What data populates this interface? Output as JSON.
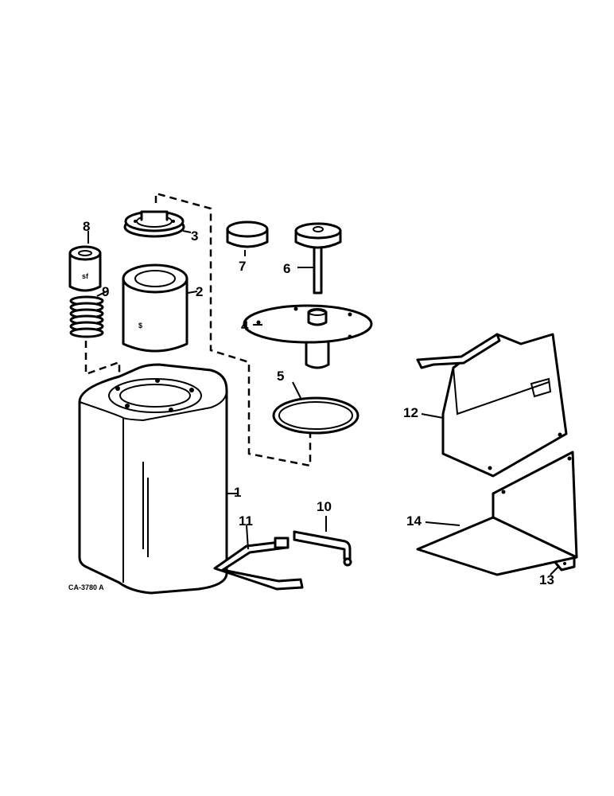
{
  "diagram": {
    "callouts": [
      "1",
      "2",
      "3",
      "4",
      "5",
      "6",
      "7",
      "8",
      "9",
      "10",
      "11",
      "12",
      "13",
      "14"
    ],
    "reference_code": "CA-3780 A"
  }
}
